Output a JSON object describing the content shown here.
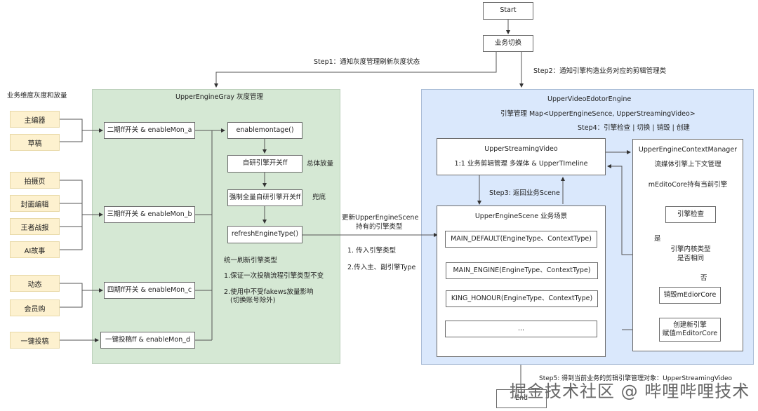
{
  "flow": {
    "start": "Start",
    "switch": "业务切换",
    "step1": "Step1：通知灰度管理刷新灰度状态",
    "step2": "Step2：通知引擎构造业务对应的剪辑管理类",
    "step5": "Step5: 得到当前业务的剪辑引擎管理对象：UpperStreamingVideo",
    "end": "End"
  },
  "business": {
    "title": "业务维度灰度和放量",
    "items": [
      "主编器",
      "草稿",
      "拍摄页",
      "封面编辑",
      "王者战报",
      "AI故事",
      "动态",
      "会员购",
      "一键投稿"
    ]
  },
  "gray": {
    "title": "UpperEngineGray 灰度管理",
    "switches": [
      "二期ff开关 & enableMon_a",
      "三期ff开关 & enableMon_b",
      "四期ff开关 & enableMon_c",
      "一键投稿ff & enableMon_d"
    ],
    "steps": [
      "enablemontage()",
      "自研引擎开关ff",
      "强制全量自研引擎开关ff",
      "refreshEngineType()"
    ],
    "note_overall": "总体放量",
    "note_fallback": "兜底",
    "summary_title": "统一刷新引擎类型",
    "summary_1": "1.保证一次投稿流程引擎类型不变",
    "summary_2a": "2.使用中不受fakews放量影响",
    "summary_2b": "(切换账号除外)"
  },
  "bridge": {
    "update_1": "更新UpperEngineScene",
    "update_2": "持有的引擎类型",
    "pass_1": "1. 传入引擎类型",
    "pass_2": "2.传入主、副引擎Type"
  },
  "engine": {
    "title": "UpperVideoEdotorEngine",
    "map": "引擎管理 Map<UpperEngineSence, UpperStreamingVideo>",
    "step4": "Step4：引擎检查 | 切换 | 销毁 | 创建",
    "streaming_title": "UpperStreamingVideo",
    "streaming_desc": "1:1 业务剪辑管理 多媒体 & UpperTImeline",
    "step3": "Step3: 返回业务Scene",
    "scene_title": "UpperEngineScene  业务场景",
    "scenes": [
      "MAIN_DEFAULT(EngineType、ContextType)",
      "MAIN_ENGINE(EngineType、ContextType)",
      "KING_HONOUR(EngineType、ContextType)",
      "..."
    ],
    "ctx_title": "UpperEngineContextManager",
    "ctx_desc": "流媒体引擎上下文管理",
    "ctx_core": "mEditoCore持有当前引擎",
    "check": "引擎检查",
    "decision_1": "引擎内核类型",
    "decision_2": "是否相同",
    "yes": "是",
    "no": "否",
    "destroy": "销毁mEdiorCore",
    "create_1": "创建新引擎",
    "create_2": "赋值mEditorCore"
  },
  "watermark": "掘金技术社区 @ 哔哩哔哩技术",
  "colors": {
    "gray_region": "#d5e8d4",
    "engine_region": "#dae8fc",
    "business_fill": "#fdf1cf",
    "line": "#555555"
  }
}
